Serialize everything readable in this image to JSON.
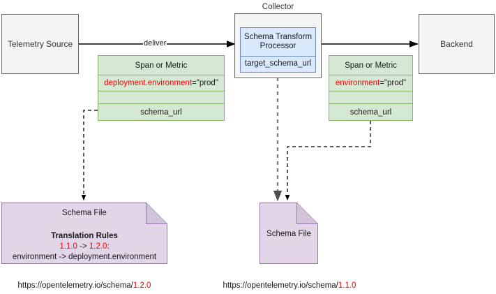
{
  "diagram": {
    "title": "OpenTelemetry Schema Transform Processor flow",
    "colors": {
      "grey_fill": "#f5f5f5",
      "grey_stroke": "#666666",
      "green_fill": "#d5e8d4",
      "green_stroke": "#82b366",
      "blue_fill": "#dae8fc",
      "blue_stroke": "#6c8ebf",
      "purple_fill": "#e1d5e7",
      "purple_stroke": "#9673a6",
      "accent_red": "#ff0000",
      "edge_black": "#000000",
      "edge_grey": "#808080"
    }
  },
  "nodes": {
    "telemetry_source": {
      "label": "Telemetry Source"
    },
    "collector": {
      "label": "Collector"
    },
    "processor": {
      "title": "Schema Transform Processor",
      "property": "target_schema_url"
    },
    "backend": {
      "label": "Backend"
    },
    "span_left": {
      "header": "Span or Metric",
      "attr_key": "deployment.environment",
      "attr_val": "=\"prod\"",
      "blank_row": "",
      "schema_row": "schema_url"
    },
    "span_right": {
      "header": "Span or Metric",
      "attr_key": "environment",
      "attr_val": "=\"prod\"",
      "blank_row": "",
      "schema_row": "schema_url"
    },
    "schema_file_left": {
      "title": "Schema File",
      "rules_heading": "Translation Rules",
      "rule_from": "1.1.0",
      "rule_arrow": " -> ",
      "rule_to": "1.2.0",
      "rule_colon": ":",
      "rule_body": "environment -> deployment.environment"
    },
    "schema_file_right": {
      "title": "Schema File"
    }
  },
  "captions": {
    "url_left_base": "https://opentelemetry.io/schema/",
    "url_left_version": "1.2.0",
    "url_right_base": "https://opentelemetry.io/schema/",
    "url_right_version": "1.1.0"
  },
  "edges": {
    "deliver_label": "deliver"
  }
}
